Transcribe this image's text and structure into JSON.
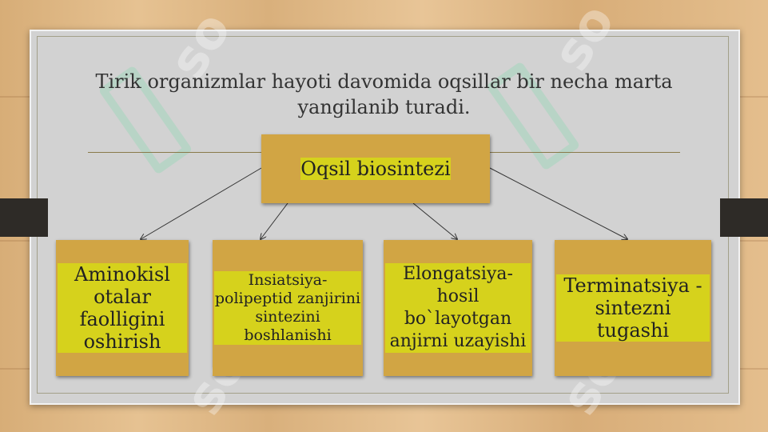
{
  "title": "Tirik organizmlar hayoti davomida oqsillar bir necha marta yangilanib turadi.",
  "diagram": {
    "root": "Oqsil biosintezi",
    "children": [
      "Aminokisl otalar faolligini oshirish",
      "Insiatsiya- polipeptid zanjirini sintezini boshlanishi",
      "Elongatsiya- hosil bo`layotgan anjirni uzayishi",
      "Terminatsiya - sintezni tugashi"
    ]
  },
  "colors": {
    "box_fill": "#d1a544",
    "text_highlight": "#d6d21c",
    "slide_background": "#d2d2d2"
  }
}
